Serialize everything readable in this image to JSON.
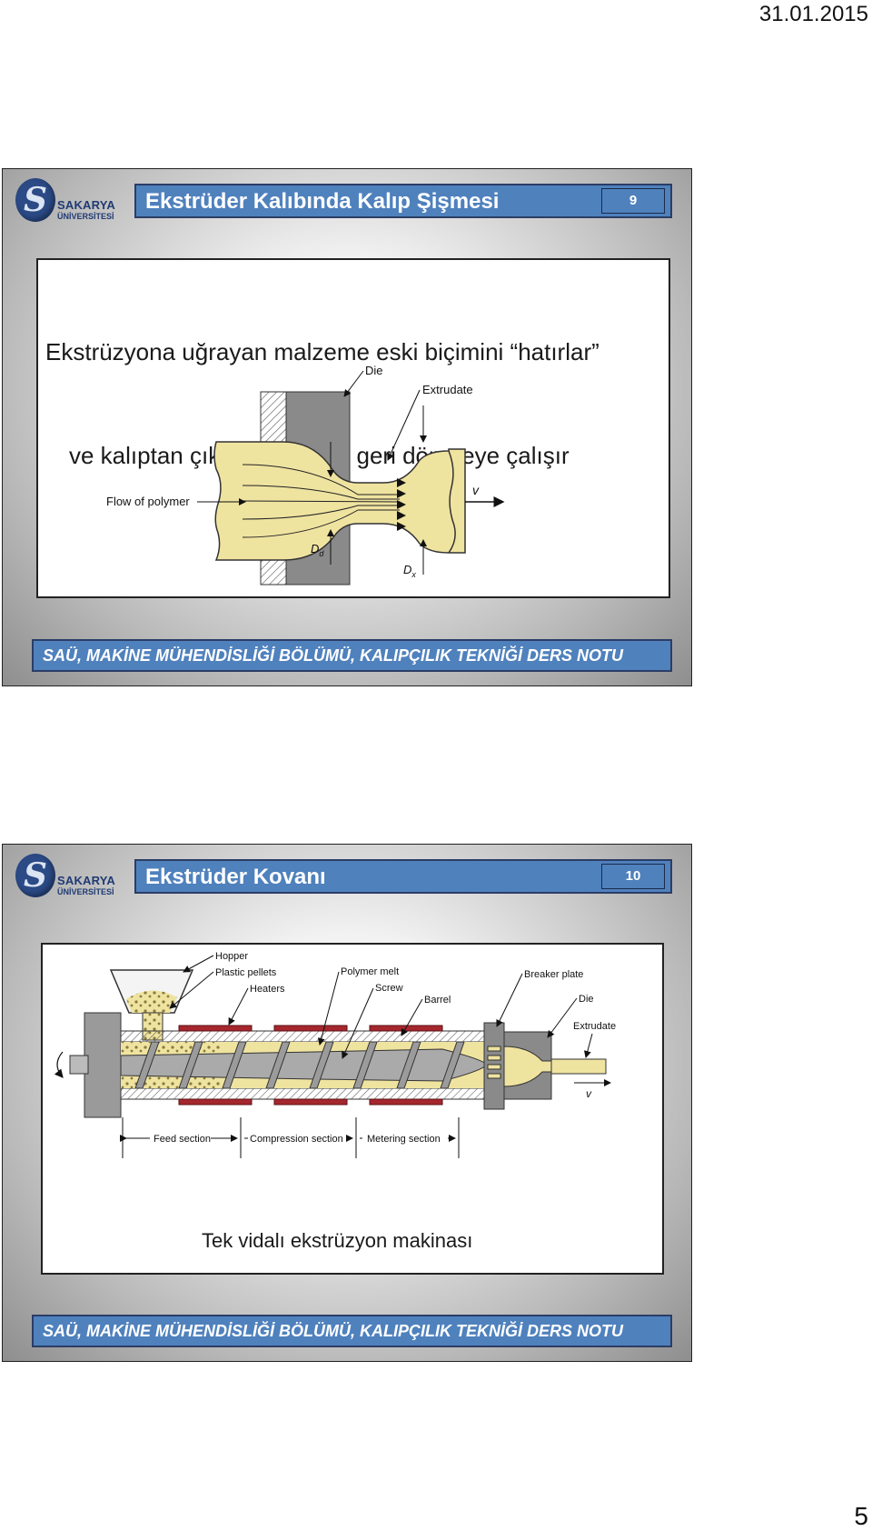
{
  "page": {
    "date": "31.01.2015",
    "number": "5"
  },
  "logo": {
    "name": "SAKARYA",
    "subtitle": "ÜNİVERSİTESİ",
    "mark": "S"
  },
  "slides": [
    {
      "title": "Ekstrüder Kalıbında Kalıp Şişmesi",
      "number": "9",
      "body_lines": [
        "Ekstrüzyona uğrayan malzeme eski biçimini “hatırlar”",
        "ve kalıptan çıktıktan sonra  geri dönmeye çalışır"
      ],
      "figure": {
        "labels": {
          "die": "Die",
          "extrudate": "Extrudate",
          "flow": "Flow of polymer",
          "velocity": "v",
          "dd": "D",
          "dd_sub": "d",
          "dx": "D",
          "dx_sub": "x"
        }
      },
      "footer": "SAÜ, MAKİNE MÜHENDİSLİĞİ BÖLÜMÜ, KALIPÇILIK TEKNİĞİ DERS NOTU"
    },
    {
      "title": "Ekstrüder Kovanı",
      "number": "10",
      "figure": {
        "labels": {
          "hopper": "Hopper",
          "pellets": "Plastic pellets",
          "heaters": "Heaters",
          "melt": "Polymer melt",
          "screw": "Screw",
          "barrel": "Barrel",
          "breaker": "Breaker plate",
          "die": "Die",
          "extrudate": "Extrudate",
          "velocity": "v",
          "feed": "Feed section",
          "compression": "Compression section",
          "metering": "Metering section"
        }
      },
      "caption": "Tek vidalı ekstrüzyon makinası",
      "footer": "SAÜ, MAKİNE MÜHENDİSLİĞİ BÖLÜMÜ, KALIPÇILIK TEKNİĞİ DERS NOTU"
    }
  ],
  "colors": {
    "title_bar": "#4f81bd",
    "polymer": "#efe3a0",
    "die_gray": "#8a8a8a",
    "heater_red": "#a5272d"
  }
}
